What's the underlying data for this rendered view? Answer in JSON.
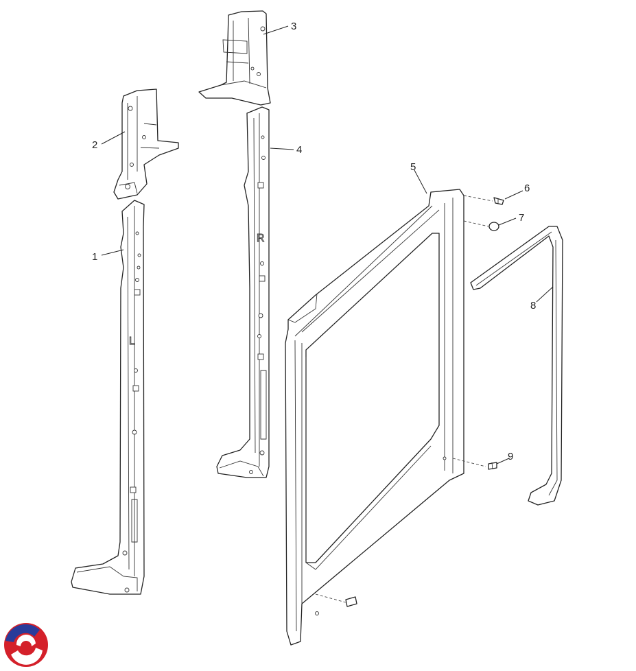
{
  "diagram": {
    "callouts": [
      {
        "id": "1",
        "label": "1"
      },
      {
        "id": "2",
        "label": "2"
      },
      {
        "id": "3",
        "label": "3"
      },
      {
        "id": "4",
        "label": "4"
      },
      {
        "id": "5",
        "label": "5"
      },
      {
        "id": "6",
        "label": "6"
      },
      {
        "id": "7",
        "label": "7"
      },
      {
        "id": "8",
        "label": "8"
      },
      {
        "id": "9",
        "label": "9"
      }
    ],
    "part_stamps": {
      "left_panel": "L",
      "right_panel": "R"
    }
  },
  "colors": {
    "line": "#222222",
    "logo_red": "#d4202a",
    "logo_blue": "#2a3b9a"
  }
}
